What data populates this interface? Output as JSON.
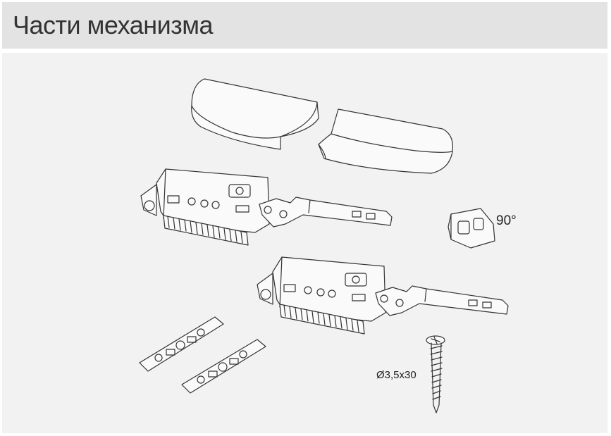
{
  "header": {
    "title": "Части механизма"
  },
  "labels": {
    "hinge_angle": "90°",
    "screw_size": "Ø3,5x30"
  },
  "colors": {
    "header_bg": "#e3e3e3",
    "panel_bg": "#f2f2f2",
    "line": "#333333"
  }
}
